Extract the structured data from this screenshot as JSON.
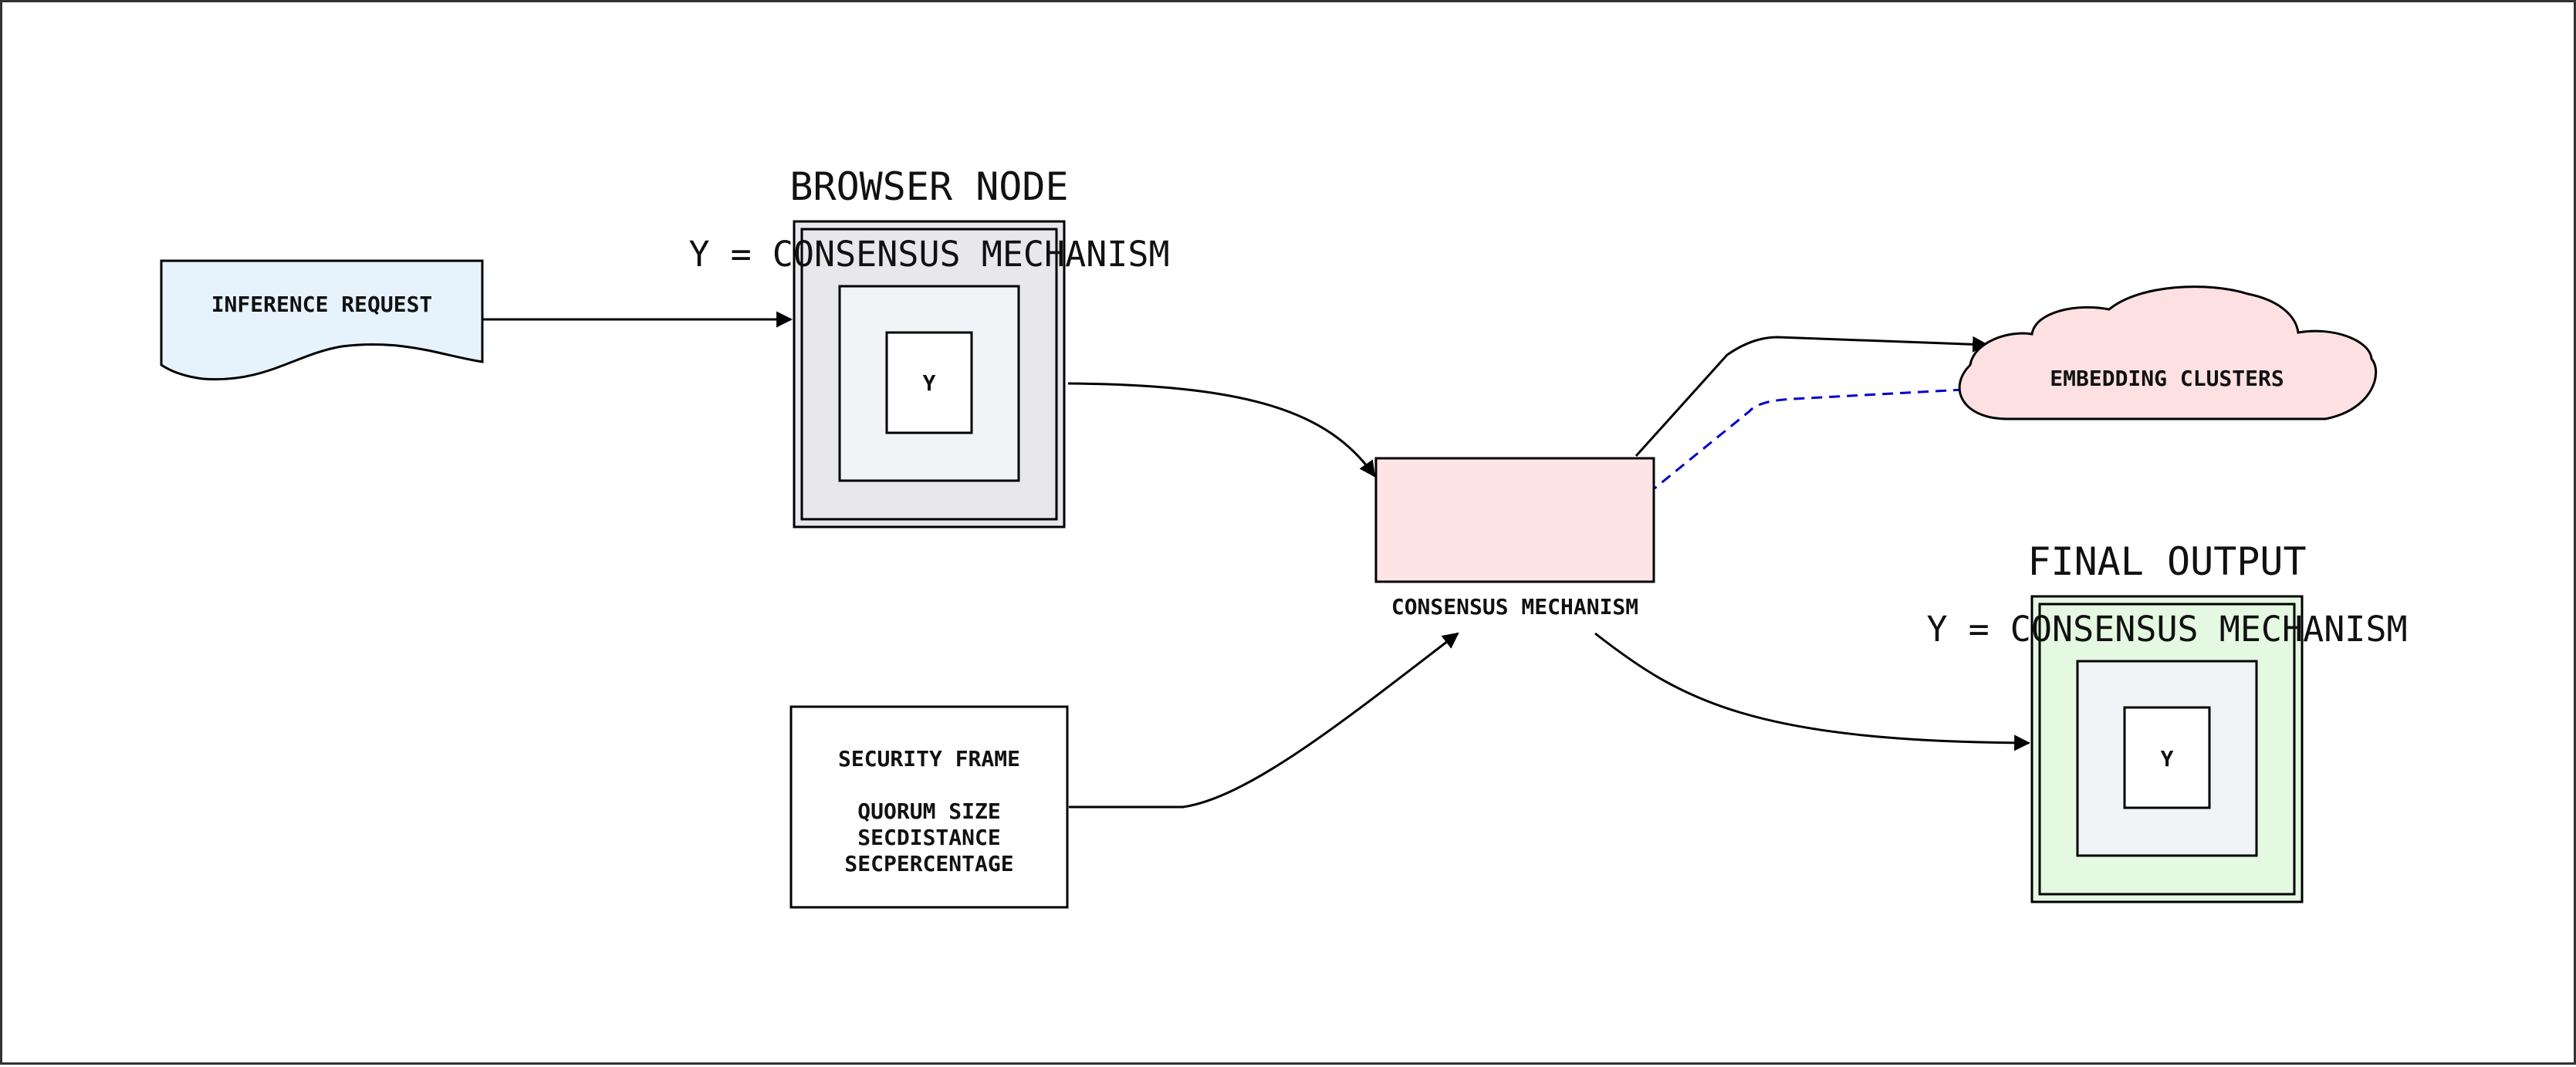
{
  "colors": {
    "border": "#333333",
    "edge": "#000000",
    "dashed_edge": "#0000cc",
    "request_fill": "#e6f2fc",
    "browser_fill": "#e8e8ec",
    "inner_fill": "#f2f3f7",
    "consensus_fill": "#ffe4e6",
    "cloud_fill": "#fde0e2",
    "output_fill": "#e4f8e2",
    "security_fill": "#ffffff"
  },
  "nodes": {
    "inference_request": {
      "label": "INFERENCE REQUEST"
    },
    "browser_node": {
      "title": "BROWSER NODE",
      "subtitle": "Y = CONSENSUS MECHANISM",
      "inner_label": "Y"
    },
    "consensus_mechanism": {
      "label": "CONSENSUS MECHANISM"
    },
    "embedding_clusters": {
      "label": "EMBEDDING CLUSTERS"
    },
    "final_output": {
      "title": "FINAL OUTPUT",
      "subtitle": "Y = CONSENSUS MECHANISM",
      "inner_label": "Y"
    },
    "security_frame": {
      "title": "SECURITY FRAME",
      "lines": [
        "QUORUM SIZE",
        "SECDISTANCE",
        "SECPERCENTAGE"
      ]
    }
  },
  "edges": [
    {
      "from": "inference_request",
      "to": "browser_node",
      "style": "solid"
    },
    {
      "from": "browser_node",
      "to": "consensus_mechanism",
      "style": "solid"
    },
    {
      "from": "consensus_mechanism",
      "to": "embedding_clusters",
      "style": "solid"
    },
    {
      "from": "embedding_clusters",
      "to": "consensus_mechanism",
      "style": "dashed"
    },
    {
      "from": "security_frame",
      "to": "consensus_mechanism",
      "style": "solid"
    },
    {
      "from": "consensus_mechanism",
      "to": "final_output",
      "style": "solid"
    }
  ]
}
